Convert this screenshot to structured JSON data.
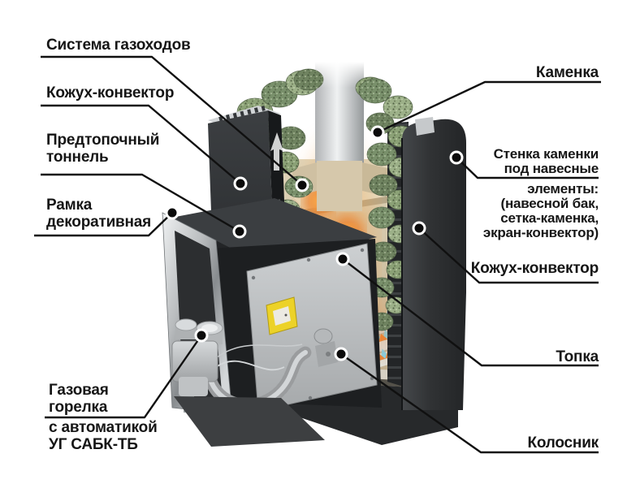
{
  "diagram": {
    "background": "#ffffff",
    "line_color": "#101010",
    "text_color": "#161616",
    "labels": {
      "gas_duct_system": "Система газоходов",
      "convector_casing_left": "Кожух-конвектор",
      "prefurnace_tunnel_line1": "Предтопочный",
      "prefurnace_tunnel_line2": "тоннель",
      "decorative_frame_line1": "Рамка",
      "decorative_frame_line2": "декоративная",
      "gas_burner_line1": "Газовая",
      "gas_burner_line2": "горелка",
      "gas_burner_line3": "с автоматикой",
      "gas_burner_line4": "УГ САБК-ТБ",
      "kamenka": "Каменка",
      "kamenka_wall_line1": "Стенка каменки",
      "kamenka_wall_line2": "под навесные",
      "kamenka_wall_line3": "элементы:",
      "kamenka_wall_line4": "(навесной бак,",
      "kamenka_wall_line5": "сетка-каменка,",
      "kamenka_wall_line6": "экран-конвектор)",
      "convector_casing_right": "Кожух-конвектор",
      "firebox": "Топка",
      "grate": "Колосник"
    },
    "colors": {
      "stove_body": "#2d2f31",
      "stones_green": "#8ba176",
      "flame_orange": "#ed7a22",
      "burner_flame_blue": "#82cfe6",
      "interior_tan": "#d2c3a4",
      "metal_light": "#c9ccce",
      "automation_box_yellow": "#ecd228"
    }
  }
}
